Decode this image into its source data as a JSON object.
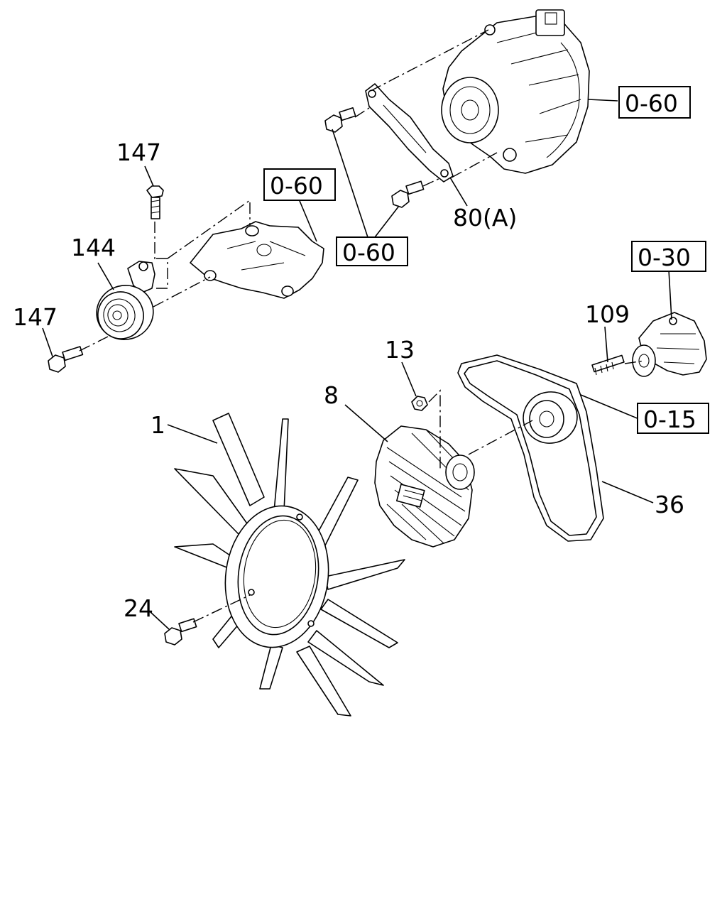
{
  "callouts": {
    "c147_top": "147",
    "c147_left": "147",
    "c144": "144",
    "c80a": "80(A)",
    "c109": "109",
    "c13": "13",
    "c8": "8",
    "c1": "1",
    "c36": "36",
    "c24": "24"
  },
  "references": {
    "ref_060_alternator": "0-60",
    "ref_060_bracket": "0-60",
    "ref_060_bolts": "0-60",
    "ref_030": "0-30",
    "ref_015": "0-15"
  }
}
